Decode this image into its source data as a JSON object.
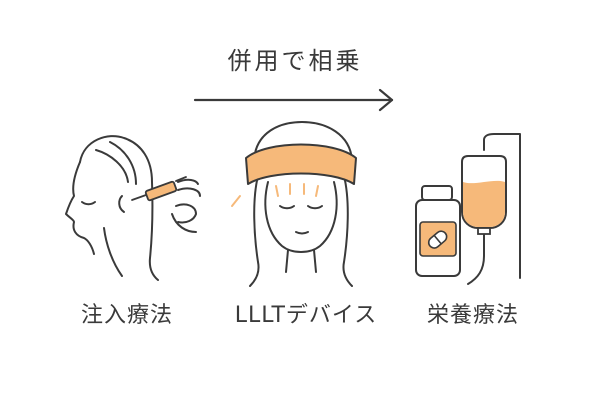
{
  "heading": "併用で相乗",
  "panels": [
    {
      "label": "注入療法",
      "icon": "injection-therapy-icon"
    },
    {
      "label": "LLLTデバイス",
      "icon": "lllt-headband-icon"
    },
    {
      "label": "栄養療法",
      "icon": "nutrition-therapy-icon"
    }
  ],
  "colors": {
    "line": "#3a3a3a",
    "accent": "#f6b97a",
    "background": "#ffffff"
  }
}
